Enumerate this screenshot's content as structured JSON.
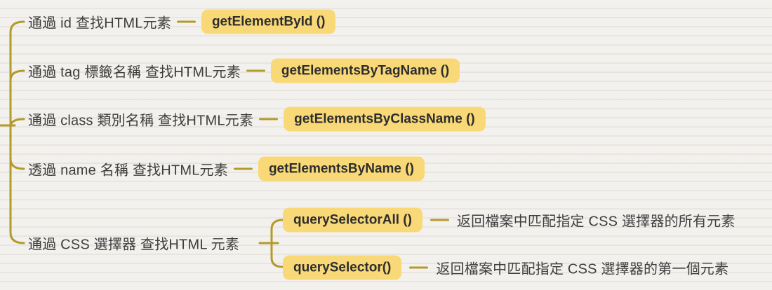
{
  "colors": {
    "background": "#F3F1EE",
    "line": "#B49A2B",
    "node_fill": "#F9D977",
    "node_text": "#2D2D2D",
    "label_text": "#3E3E3E"
  },
  "branches": [
    {
      "label": "通過 id 查找HTML元素",
      "method": "getElementById ()"
    },
    {
      "label": "通過 tag 標籤名稱 查找HTML元素",
      "method": "getElementsByTagName ()"
    },
    {
      "label": "通過 class 類別名稱 查找HTML元素",
      "method": "getElementsByClassName ()"
    },
    {
      "label": "透過 name 名稱 查找HTML元素",
      "method": "getElementsByName ()"
    },
    {
      "label": "通過 CSS 選擇器 查找HTML 元素",
      "children": [
        {
          "method": "querySelectorAll ()",
          "description": "返回檔案中匹配指定 CSS 選擇器的所有元素"
        },
        {
          "method": "querySelector()",
          "description": "返回檔案中匹配指定 CSS 選擇器的第一個元素"
        }
      ]
    }
  ]
}
